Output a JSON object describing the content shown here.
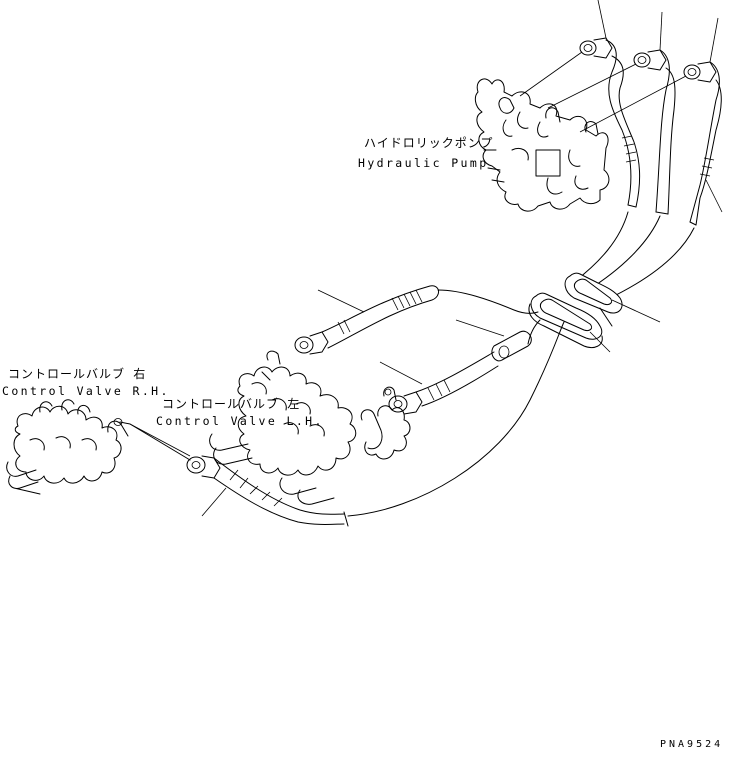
{
  "labels": {
    "pump_jp": "ハイドロリックポンプ",
    "pump_en": "Hydraulic Pump",
    "cv_right_jp": "コントロールバルブ 右",
    "cv_right_en": "Control Valve R.H.",
    "cv_left_jp": "コントロールバルブ 左",
    "cv_left_en": "Control Valve L.H.",
    "drawing_code": "PNA9524"
  },
  "colors": {
    "line": "#000000",
    "background": "#ffffff"
  }
}
